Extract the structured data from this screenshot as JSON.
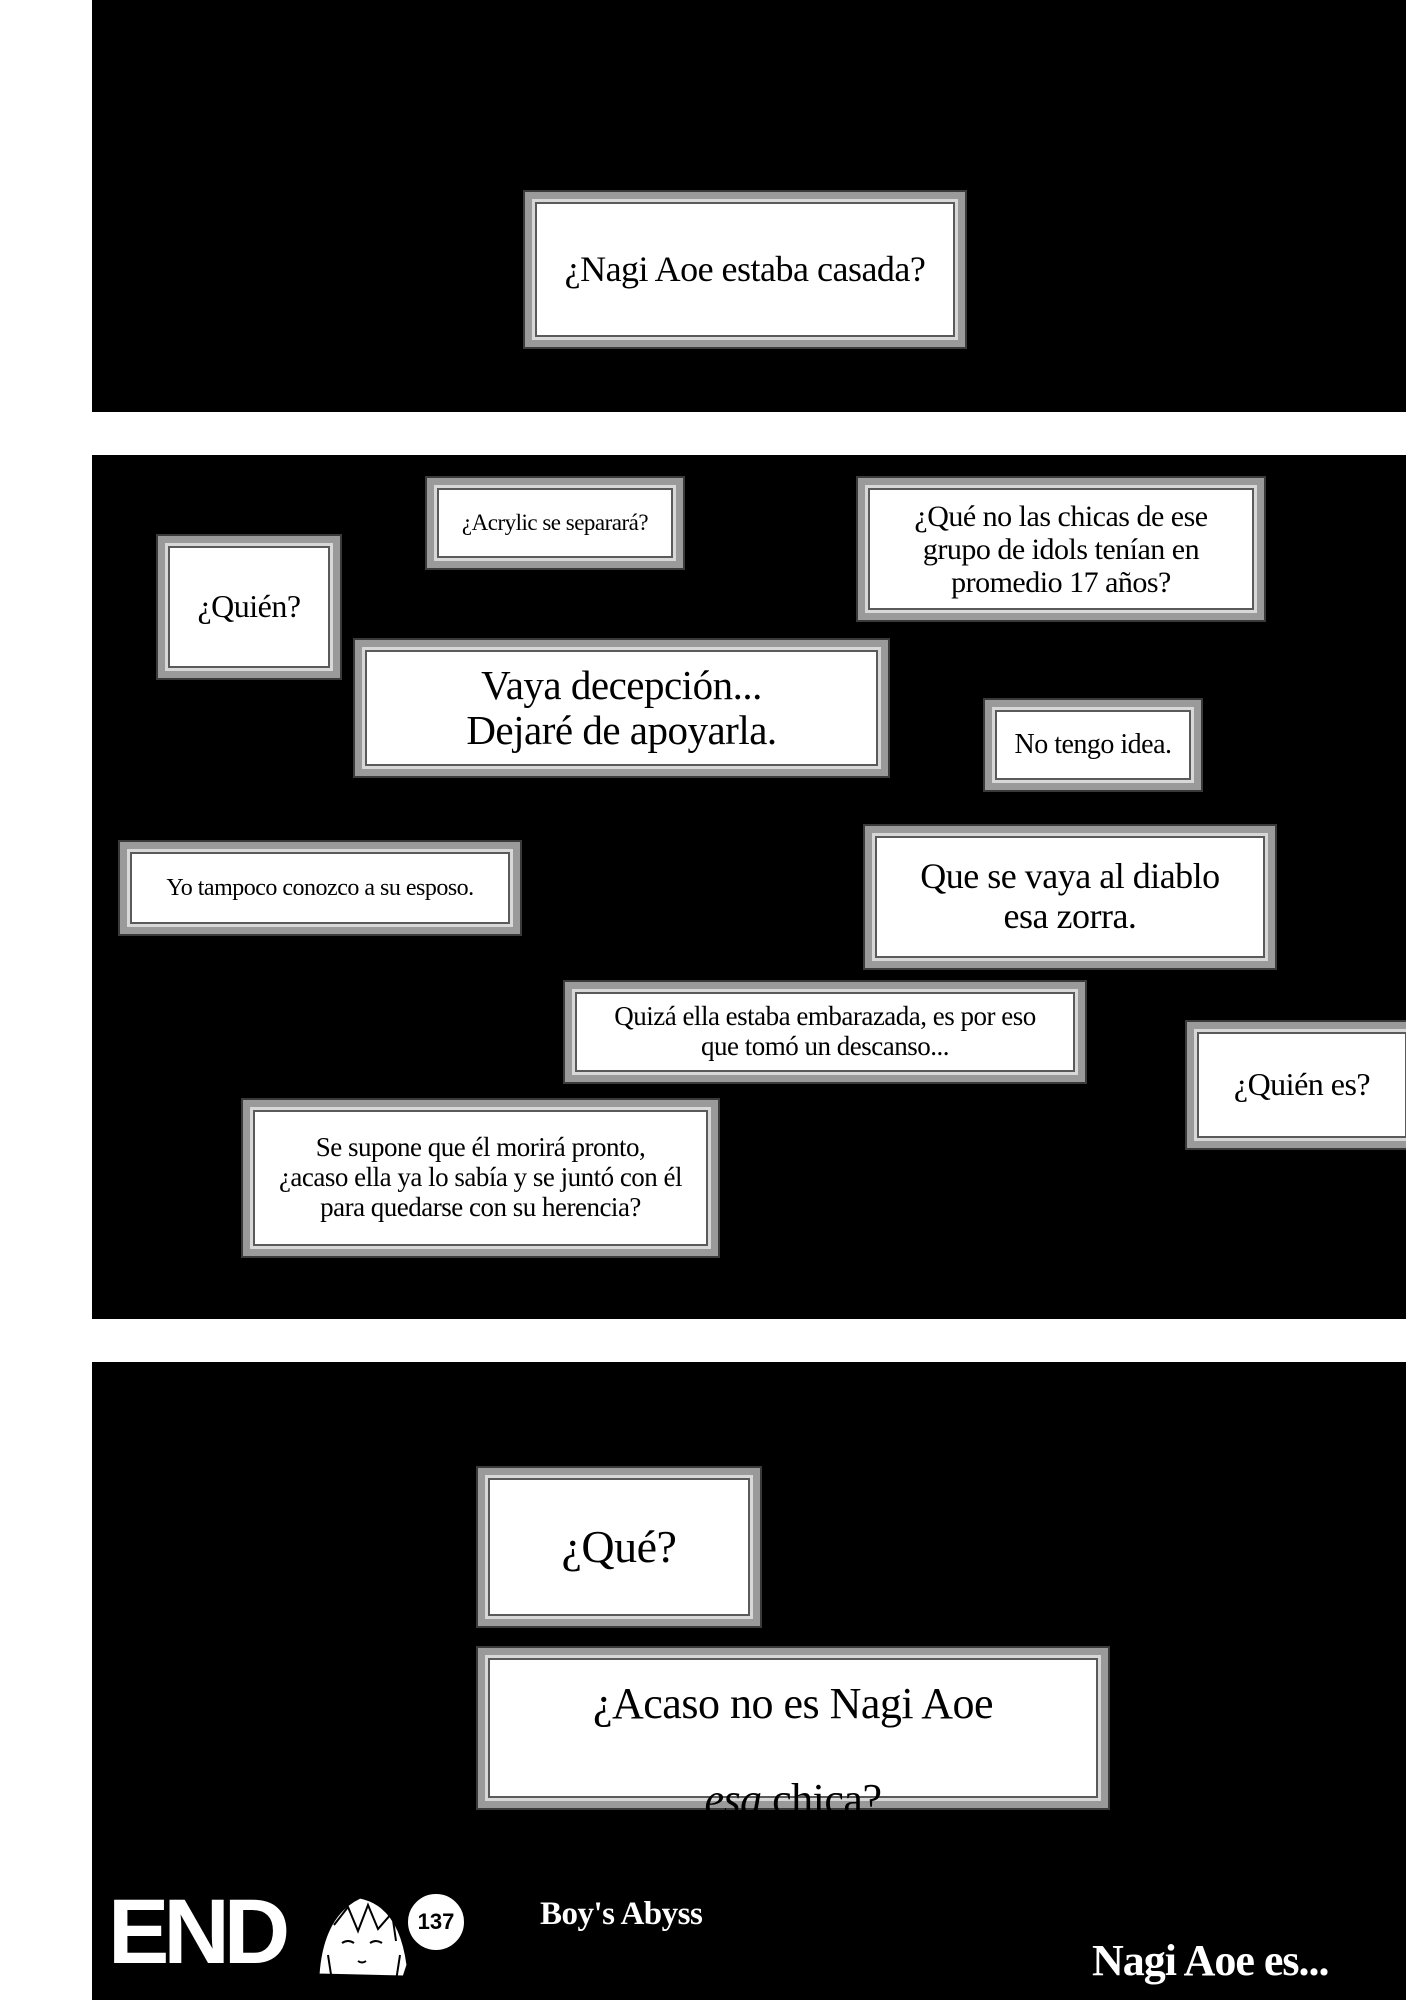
{
  "panel_1": {
    "boxes": [
      {
        "text": "¿Nagi Aoe estaba casada?"
      }
    ]
  },
  "panel_2": {
    "boxes": [
      {
        "text": "¿Acrylic se separará?"
      },
      {
        "text": "¿Qué no las chicas de ese\ngrupo de idols tenían en\npromedio 17 años?"
      },
      {
        "text": "¿Quién?"
      },
      {
        "text": "Vaya decepción...\nDejaré de apoyarla."
      },
      {
        "text": "No tengo idea."
      },
      {
        "text": "Yo tampoco conozco a su esposo."
      },
      {
        "text": "Que se vaya al diablo\nesa zorra."
      },
      {
        "text": "Quizá ella estaba embarazada, es por eso\nque tomó un descanso..."
      },
      {
        "text": "¿Quién es?"
      },
      {
        "text": "Se supone que él morirá pronto,\n¿acaso ella ya lo sabía y se juntó con él\npara quedarse con su herencia?"
      }
    ]
  },
  "panel_3": {
    "boxes": [
      {
        "text": "¿Qué?"
      },
      {
        "line1": "¿Acaso no es Nagi Aoe",
        "line2_em": "esa",
        "line2_rest": " chica?"
      }
    ]
  },
  "footer": {
    "end_label": "END",
    "page_number": "137",
    "series_title": "Boy's Abyss",
    "next_teaser": "Nagi Aoe es..."
  }
}
